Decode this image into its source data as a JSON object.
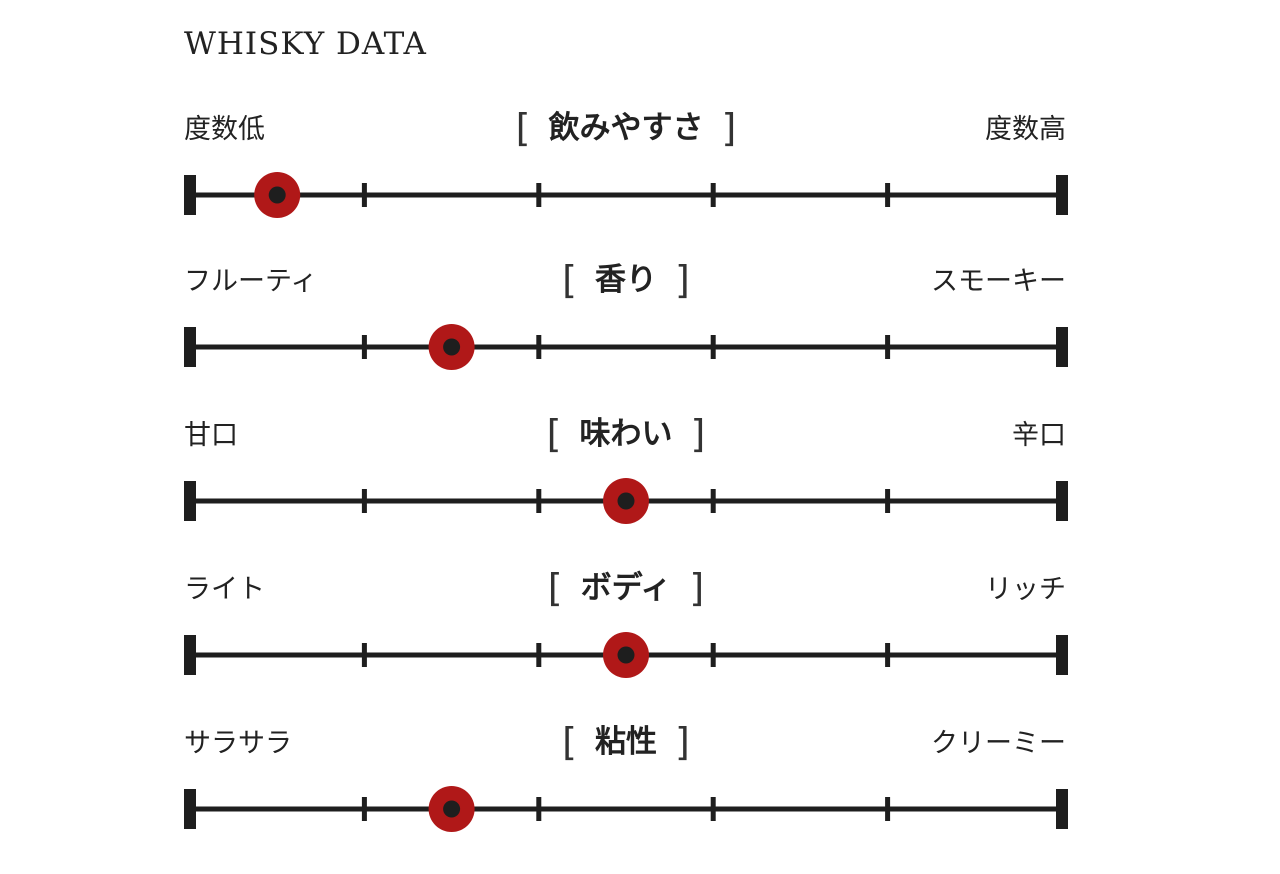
{
  "title": "WHISKY DATA",
  "colors": {
    "marker": "#b01818",
    "line": "#1e1e1e"
  },
  "chart_data": {
    "type": "scatter",
    "title": "WHISKY DATA",
    "scale": {
      "min": 0,
      "max": 5,
      "ticks": [
        0,
        1,
        2,
        3,
        4,
        5
      ]
    },
    "rows": [
      {
        "name": "飲みやすさ",
        "left": "度数低",
        "right": "度数高",
        "value": 0.5
      },
      {
        "name": "香り",
        "left": "フルーティ",
        "right": "スモーキー",
        "value": 1.5
      },
      {
        "name": "味わい",
        "left": "甘口",
        "right": "辛口",
        "value": 2.5
      },
      {
        "name": "ボディ",
        "left": "ライト",
        "right": "リッチ",
        "value": 2.5
      },
      {
        "name": "粘性",
        "left": "サラサラ",
        "right": "クリーミー",
        "value": 1.5
      }
    ],
    "bracket_open": "[",
    "bracket_close": "]"
  }
}
